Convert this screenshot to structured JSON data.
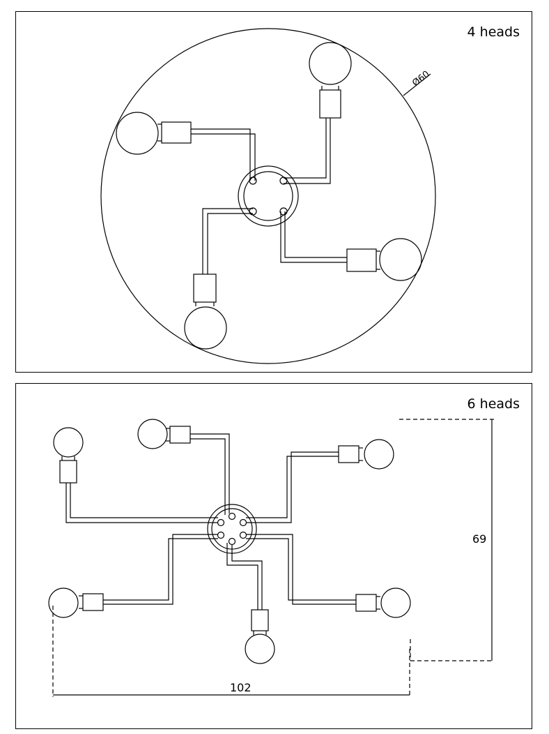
{
  "panels": [
    {
      "label": "4 heads",
      "diameter_label": "Ø60"
    },
    {
      "label": "6 heads",
      "width_label": "102",
      "height_label": "69"
    }
  ]
}
